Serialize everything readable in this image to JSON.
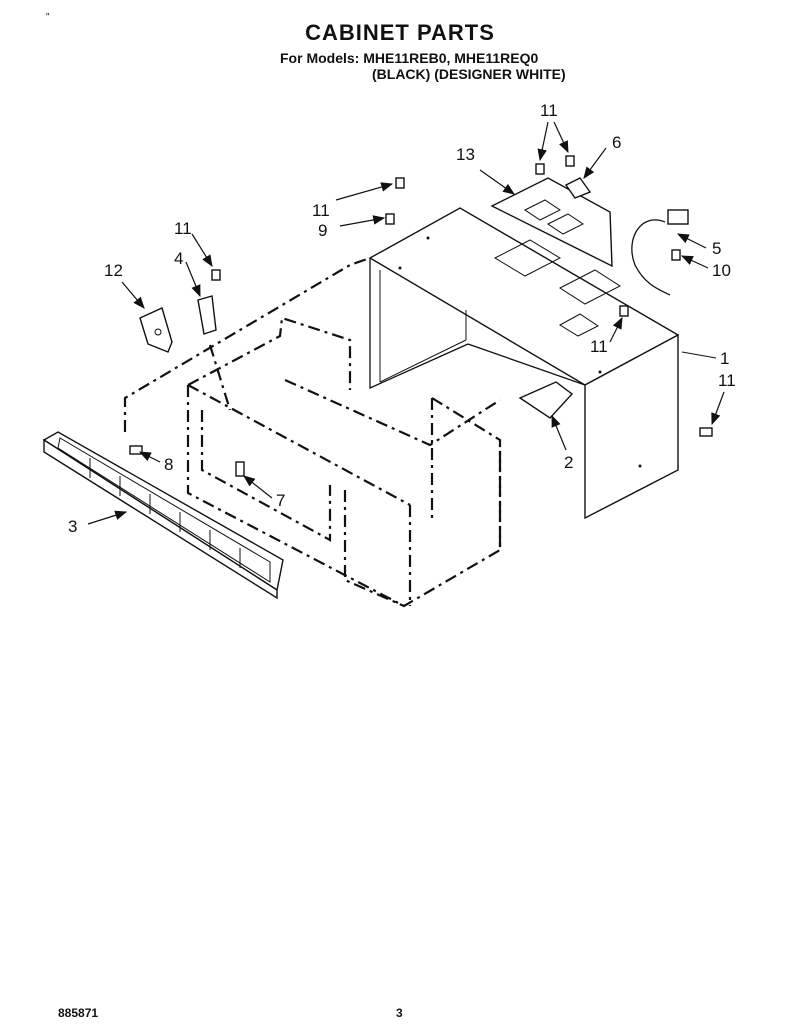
{
  "header": {
    "corner_mark": "\"",
    "title": "CABINET PARTS",
    "models_line": "For Models: MHE11REB0, MHE11REQ0",
    "variants_line": "(BLACK)  (DESIGNER WHITE)"
  },
  "callouts": {
    "c1": "1",
    "c2": "2",
    "c3": "3",
    "c4": "4",
    "c5": "5",
    "c6": "6",
    "c7": "7",
    "c8": "8",
    "c9": "9",
    "c10": "10",
    "c11_top": "11",
    "c11_upper_left": "11",
    "c11_left": "11",
    "c11_mid": "11",
    "c11_right": "11",
    "c12": "12",
    "c13": "13"
  },
  "footer": {
    "doc_number": "885871",
    "page_number": "3"
  }
}
